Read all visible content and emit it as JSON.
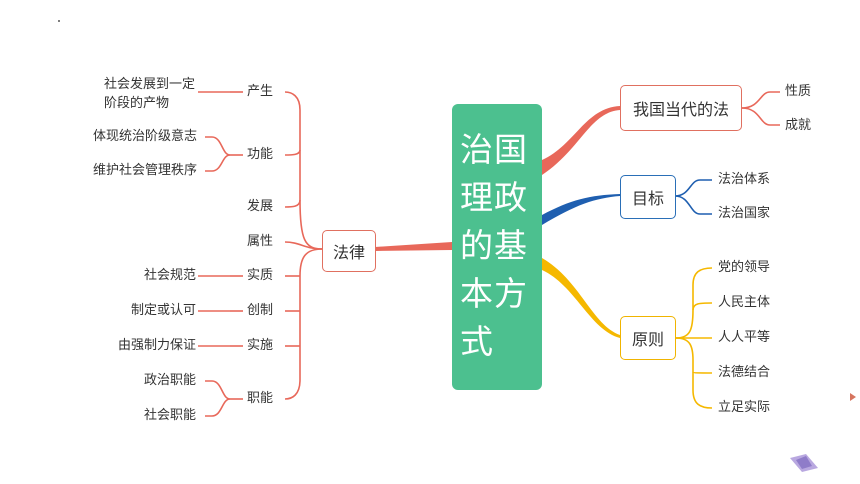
{
  "center": {
    "title": "治国理政的基本方式"
  },
  "left": {
    "node_label": "法律",
    "branches": [
      {
        "label": "产生",
        "details": [
          "社会发展到一定阶段的产物"
        ]
      },
      {
        "label": "功能",
        "details": [
          "体现统治阶级意志",
          "维护社会管理秩序"
        ]
      },
      {
        "label": "发展",
        "details": []
      },
      {
        "label": "属性",
        "details": []
      },
      {
        "label": "实质",
        "details": [
          "社会规范"
        ]
      },
      {
        "label": "创制",
        "details": [
          "制定或认可"
        ]
      },
      {
        "label": "实施",
        "details": [
          "由强制力保证"
        ]
      },
      {
        "label": "职能",
        "details": [
          "政治职能",
          "社会职能"
        ]
      }
    ]
  },
  "right": {
    "nodes": [
      {
        "label": "我国当代的法",
        "children": [
          "性质",
          "成就"
        ]
      },
      {
        "label": "目标",
        "children": [
          "法治体系",
          "法治国家"
        ]
      },
      {
        "label": "原则",
        "children": [
          "党的领导",
          "人民主体",
          "人人平等",
          "法德结合",
          "立足实际"
        ]
      }
    ]
  },
  "colors": {
    "center": "#4cc08f",
    "red": "#e07060",
    "blue": "#1f5fb0",
    "yellow": "#f5b800"
  }
}
